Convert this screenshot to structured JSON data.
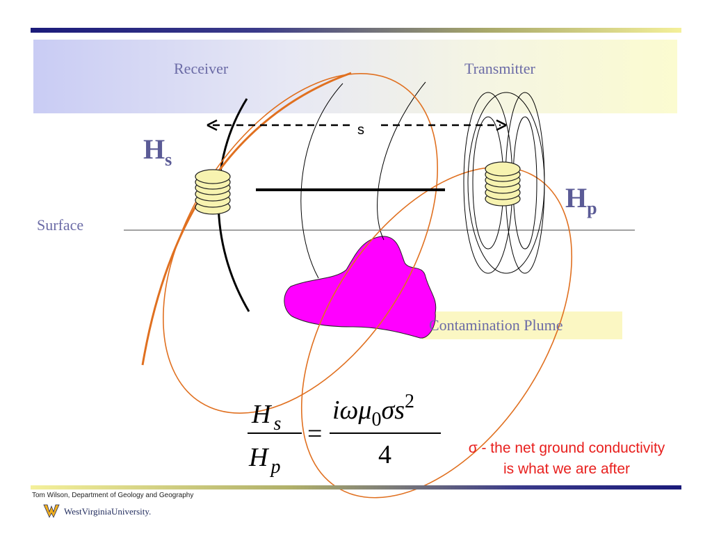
{
  "header": {
    "receiver_label": "Receiver",
    "transmitter_label": "Transmitter"
  },
  "diagram": {
    "separation_label": "s",
    "secondary_field_symbol": "H",
    "secondary_field_subscript": "s",
    "primary_field_symbol": "H",
    "primary_field_subscript": "p",
    "surface_label": "Surface",
    "plume_label": "Contamination Plume"
  },
  "formula": {
    "lhs_numerator": "H",
    "lhs_numerator_sub": "s",
    "lhs_denominator": "H",
    "lhs_denominator_sub": "p",
    "equals": "=",
    "rhs_numerator_prefix": "iωμ",
    "rhs_numerator_sub": "0",
    "rhs_numerator_suffix": "σs",
    "rhs_numerator_sup": "2",
    "rhs_denominator": "4"
  },
  "note": {
    "line1": "σ - the net ground conductivity",
    "line2": "is what we are after"
  },
  "footer": {
    "credit": "Tom Wilson, Department of Geology and Geography",
    "university": "WestVirginiaUniversity."
  },
  "colors": {
    "label_text": "#6b6ba6",
    "field_symbol": "#5b5b96",
    "induction_loops": "#e07020",
    "plume_fill": "#ff00ff",
    "note_text": "#e8201e",
    "coil_fill": "#f7f3b0"
  }
}
